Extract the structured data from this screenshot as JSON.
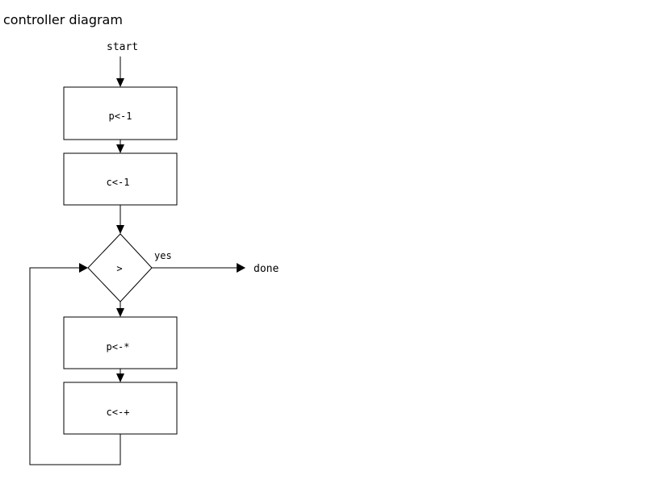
{
  "title": "controller diagram",
  "nodes": {
    "start": "start",
    "box1": "p<-1",
    "box2": "c<-1",
    "decision": ">",
    "box3": "p<-*",
    "box4": "c<-+",
    "done": "done"
  },
  "edges": {
    "yes_label": "yes"
  }
}
